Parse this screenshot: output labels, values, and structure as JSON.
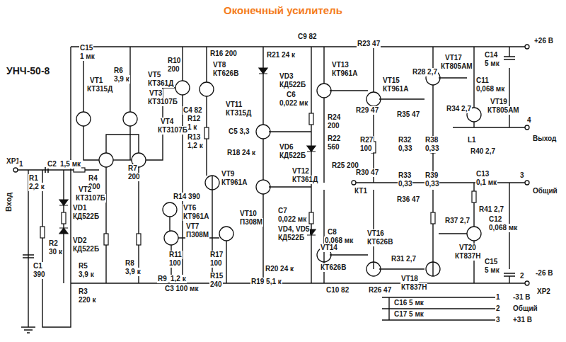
{
  "diagram": {
    "title": "Оконечный усилитель",
    "labels": [
      "УНЧ-50-8",
      "C15",
      "1 мк",
      "VT1",
      "КТ315Д",
      "R6",
      "3,9 к",
      "VT5",
      "КТ361Д",
      "VT3",
      "КТ3107Б",
      "R10",
      "200",
      "R16 200",
      "VT8",
      "КТ626В",
      "C4 82",
      "R12",
      "1 к",
      "R13",
      "1,2 к",
      "VT11",
      "КТ315Д",
      "C5 3,3",
      "R18 24 к",
      "VT9",
      "КТ961А",
      "R14 390",
      "VT6",
      "КТ961А",
      "VT7",
      "П308М",
      "VT10",
      "П308М",
      "R11",
      "100",
      "R17",
      "100",
      "R9",
      "1,2 к",
      "C3 100 мк",
      "R15",
      "240",
      "C9 82",
      "R21 24 к",
      "VD3",
      "КД522Б",
      "C6",
      "0,022 мк",
      "VD6",
      "КД522Б",
      "VT12",
      "КТ361Д",
      "C7",
      "0,022 мк",
      "VD4, VD5",
      "КД522Б",
      "R20 24 к",
      "R19 5,1 к",
      "VT13",
      "КТ961А",
      "R23 47",
      "R24",
      "200",
      "R22",
      "560",
      "R25 200",
      "C8",
      "0,068 мк",
      "VT14",
      "КТ626В",
      "C10 82",
      "R26 47",
      "VT15",
      "КТ961А",
      "R29 47",
      "R27",
      "100",
      "R30 47",
      "КТ1",
      "VT16",
      "КТ626В",
      "R31 2,7",
      "R28 2,7",
      "R35 47",
      "R32",
      "0,33",
      "R33",
      "0,33",
      "R36 47",
      "VT18",
      "КТ837Н",
      "VT17",
      "КТ805АМ",
      "R34 2,7",
      "R38",
      "0,33",
      "R39",
      "0,33",
      "R37 2,7",
      "VT20",
      "КТ837Н",
      "C14",
      "5 мк",
      "C11",
      "0,068 мк",
      "VT19",
      "КТ805АМ",
      "L1",
      "R40 2,7",
      "C13",
      "0,1 мк",
      "R41 2,7",
      "C12",
      "0,068 мк",
      "C15",
      "5 мк",
      "+26 В",
      "4",
      "Выход",
      "3",
      "Общий",
      "2",
      "-26 В",
      "XP2",
      "1",
      "-31 В",
      "2",
      "Общий",
      "3",
      "+31 В",
      "C16 5 мк",
      "C17 5 мк",
      "XP1",
      "Вход",
      "1",
      "R1",
      "2,2 к",
      "C2",
      "1,5 мк",
      "R4",
      "200",
      "R7",
      "200",
      "VT4",
      "КТ3107Б",
      "VT2",
      "КТ3107Б",
      "VD1",
      "КД522Б",
      "VD2",
      "КД522Б",
      "R2",
      "30 к",
      "C1",
      "390",
      "R5",
      "3,9 к",
      "R3",
      "220 к",
      "R8",
      "3,9 к"
    ]
  }
}
